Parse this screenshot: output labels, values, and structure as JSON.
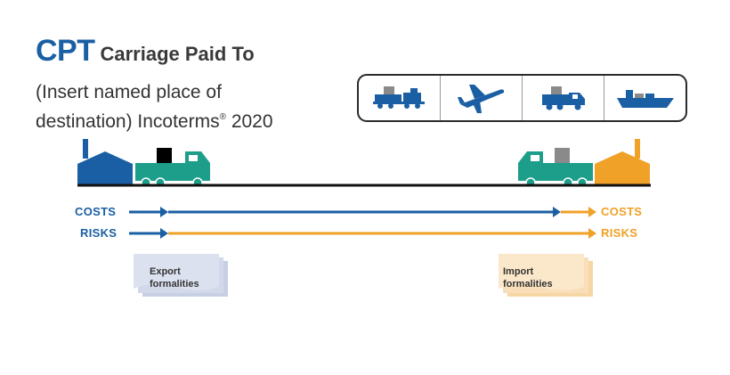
{
  "title": {
    "code": "CPT",
    "name": "Carriage Paid To"
  },
  "subtitle": {
    "line1": "(Insert named place of",
    "line2_prefix": "destination) Incoterms",
    "registered": "®",
    "year": "2020"
  },
  "transport_modes": [
    {
      "icon": "train-icon"
    },
    {
      "icon": "airplane-icon"
    },
    {
      "icon": "truck-icon"
    },
    {
      "icon": "ship-icon"
    }
  ],
  "flows": {
    "costs_seller_label": "COSTS",
    "risks_seller_label": "RISKS",
    "costs_buyer_label": "COSTS",
    "risks_buyer_label": "RISKS"
  },
  "documents": {
    "export": {
      "line1": "Export",
      "line2": "formalities"
    },
    "import": {
      "line1": "Import",
      "line2": "formalities"
    }
  },
  "colors": {
    "seller_blue": "#1a5fa3",
    "buyer_orange": "#f0a128",
    "truck_teal": "#1d9e8a",
    "export_doc": "#d5dcea",
    "import_doc": "#fbe3c2"
  }
}
